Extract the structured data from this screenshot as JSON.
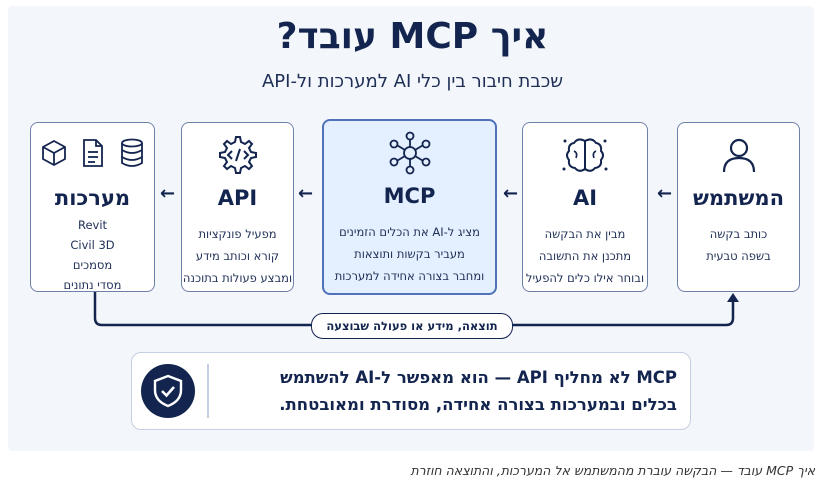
{
  "title": "איך MCP עובד?",
  "subtitle": "שכבת חיבור בין כלי AI למערכות ול-API",
  "cards": [
    {
      "title": "המשתמש",
      "lines": [
        "כותב בקשה",
        "בשפה טבעית"
      ],
      "icon": "user-icon"
    },
    {
      "title": "AI",
      "lines": [
        "מבין את הבקשה",
        "מתכנן את התשובה",
        "ובוחר אילו כלים להפעיל"
      ],
      "icon": "brain-icon"
    },
    {
      "title": "MCP",
      "lines": [
        "מציג ל-AI את הכלים הזמינים",
        "מעביר בקשות ותוצאות",
        "ומחבר בצורה אחידה למערכות"
      ],
      "icon": "network-hub-icon"
    },
    {
      "title": "API",
      "lines": [
        "מפעיל פונקציות",
        "קורא וכותב מידע",
        "ומבצע פעולות בתוכנה"
      ],
      "icon": "gear-code-icon"
    },
    {
      "title": "מערכות",
      "lines": [
        "Revit",
        "Civil 3D",
        "מסמכים",
        "מסדי נתונים"
      ],
      "icons": [
        "database-icon",
        "document-icon",
        "cube-icon"
      ]
    }
  ],
  "return_label": "תוצאה, מידע או פעולה שבוצעה",
  "callout": {
    "line1": "MCP לא מחליף API — הוא מאפשר ל-AI להשתמש",
    "line2": "בכלים ובמערכות בצורה אחידה, מסודרת ומאובטחת.",
    "icon": "shield-check-icon"
  },
  "caption": "איך MCP עובד — הבקשה עוברת מהמשתמש אל המערכות, והתוצאה חוזרת",
  "colors": {
    "navy": "#13254f",
    "mcp_fill": "#e4efff",
    "panel": "#f3f6fb"
  }
}
